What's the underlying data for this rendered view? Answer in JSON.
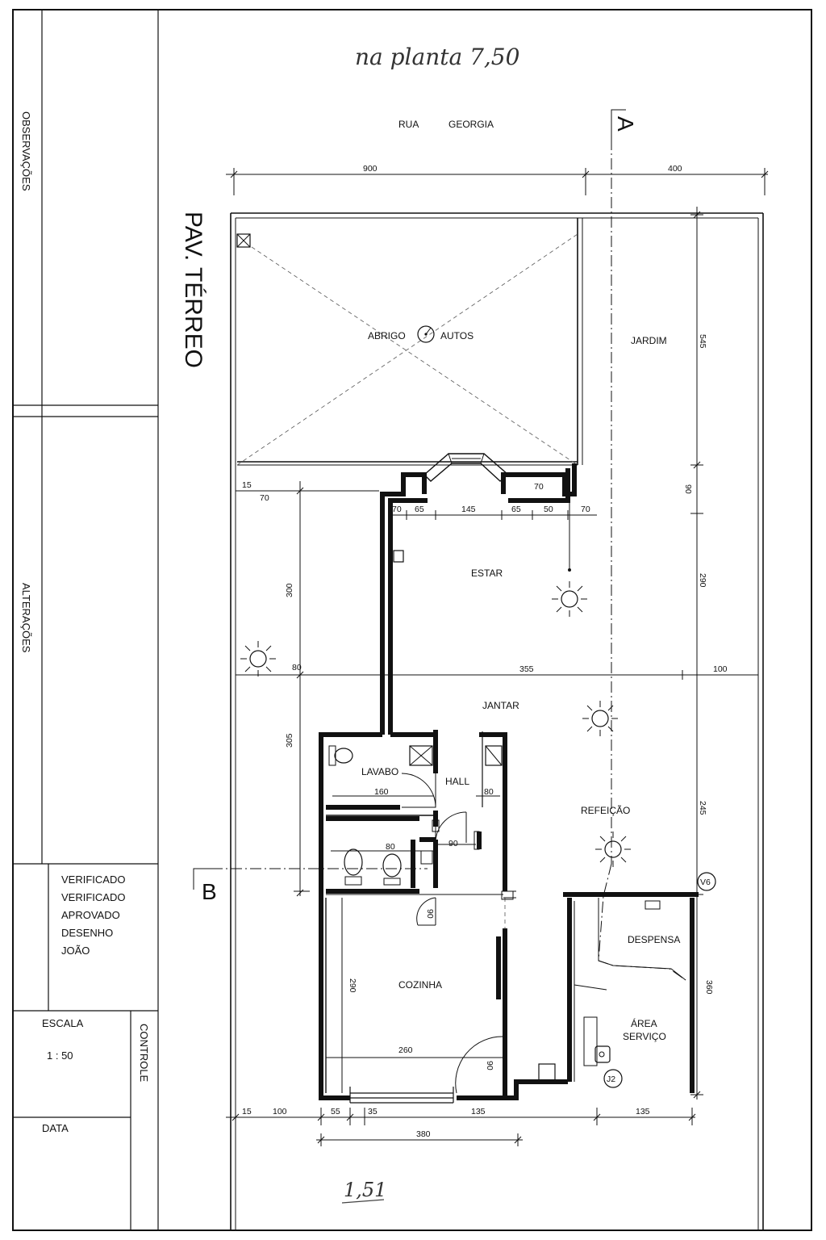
{
  "sheet": {
    "handwritten_top": "na planta 7,50",
    "handwritten_bottom": "1,51",
    "floor_title": "PAV. TÉRREO",
    "street": [
      "RUA",
      "GEORGIA"
    ],
    "section_a": "A",
    "section_b": "B"
  },
  "side_panel": {
    "observacoes": "OBSERVAÇÕES",
    "alteracoes": "ALTERAÇÕES",
    "signatures": [
      "VERIFICADO",
      "VERIFICADO",
      "APROVADO",
      "DESENHO",
      "JOÃO"
    ],
    "escala_label": "ESCALA",
    "escala_value": "1 : 50",
    "controle": "CONTROLE",
    "data_label": "DATA"
  },
  "rooms": {
    "abrigo": "ABRIGO",
    "autos": "AUTOS",
    "jardim": "JARDIM",
    "estar": "ESTAR",
    "jantar": "JANTAR",
    "lavabo": "LAVABO",
    "hall": "HALL",
    "refeicao": "REFEIÇÃO",
    "despensa": "DESPENSA",
    "area_servico": [
      "ÁREA",
      "SERVIÇO"
    ],
    "cozinha": "COZINHA"
  },
  "tags": {
    "v6": "V6",
    "j2": "J2"
  },
  "dims": {
    "top_900": "900",
    "top_400": "400",
    "r_545": "545",
    "r_90": "90",
    "r_290": "290",
    "r_245": "245",
    "r_360": "360",
    "l_15": "15",
    "l_70": "70",
    "w_70a": "70",
    "w_65a": "65",
    "w_145": "145",
    "w_65b": "65",
    "w_50": "50",
    "w_70b": "70",
    "w_70c": "70",
    "l_300": "300",
    "l_80": "80",
    "m_355": "355",
    "m_100": "100",
    "l_305": "305",
    "d_160": "160",
    "d_80a": "80",
    "d_80b": "80",
    "d_90": "90",
    "d_90b": "90",
    "d_90c": "90",
    "c_290": "290",
    "c_260": "260",
    "b_15": "15",
    "b_100": "100",
    "b_55": "55",
    "b_35": "35",
    "b_135a": "135",
    "b_135b": "135",
    "b_380": "380"
  }
}
